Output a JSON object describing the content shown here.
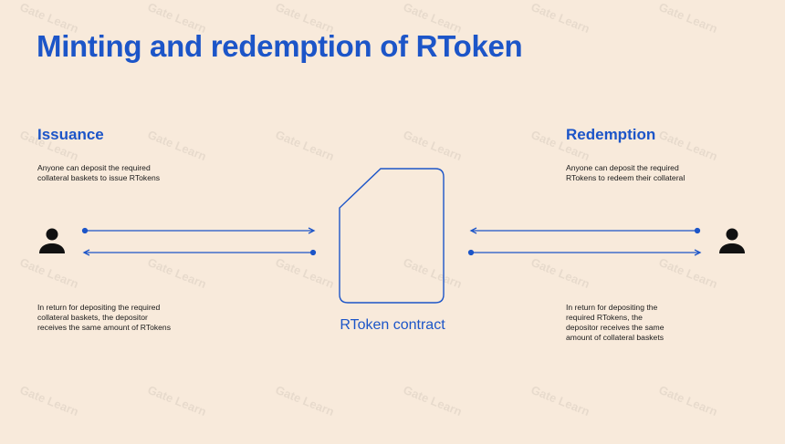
{
  "title": "Minting and redemption of RToken",
  "colors": {
    "background": "#F8EADB",
    "accent": "#1C55C8",
    "text": "#1A1A1A",
    "icon": "#111111"
  },
  "issuance": {
    "heading": "Issuance",
    "deposit_text": [
      "Anyone can deposit the required",
      "collateral baskets to issue RTokens"
    ],
    "return_text": [
      "In return for depositing the required",
      "collateral baskets, the depositor",
      "receives the same amount of RTokens"
    ],
    "user_icon": "person-icon"
  },
  "redemption": {
    "heading": "Redemption",
    "deposit_text": [
      "Anyone can deposit the required",
      "RTokens to redeem their collateral"
    ],
    "return_text": [
      "In return for depositing the",
      "required RTokens, the",
      "depositor receives the same",
      "amount of collateral baskets"
    ],
    "user_icon": "person-icon"
  },
  "contract": {
    "label": "RToken contract",
    "icon": "document-icon"
  },
  "watermark": {
    "text": "Gate Learn"
  }
}
